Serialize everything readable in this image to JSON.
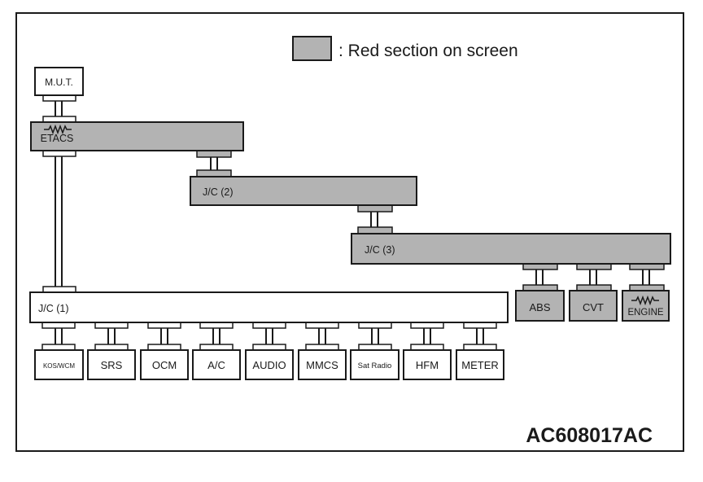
{
  "colors": {
    "red_section_fill": "#b3b3b3",
    "normal_fill": "#ffffff",
    "line": "#1a1a1a"
  },
  "legend": {
    "label": ": Red section on screen"
  },
  "nodes": {
    "mut": "M.U.T.",
    "etacs": "ETACS",
    "jc1": "J/C (1)",
    "jc2": "J/C (2)",
    "jc3": "J/C (3)",
    "abs": "ABS",
    "cvt": "CVT",
    "engine": "ENGINE",
    "kos_wcm": "KOS/WCM",
    "srs": "SRS",
    "ocm": "OCM",
    "ac": "A/C",
    "audio": "AUDIO",
    "mmcs": "MMCS",
    "sat_radio": "Sat Radio",
    "hfm": "HFM",
    "meter": "METER"
  },
  "red_section_nodes": [
    "etacs",
    "jc2",
    "jc3",
    "abs",
    "cvt",
    "engine"
  ],
  "terminating_resistor_nodes": [
    "etacs",
    "engine"
  ],
  "figure_id": "AC608017AC"
}
